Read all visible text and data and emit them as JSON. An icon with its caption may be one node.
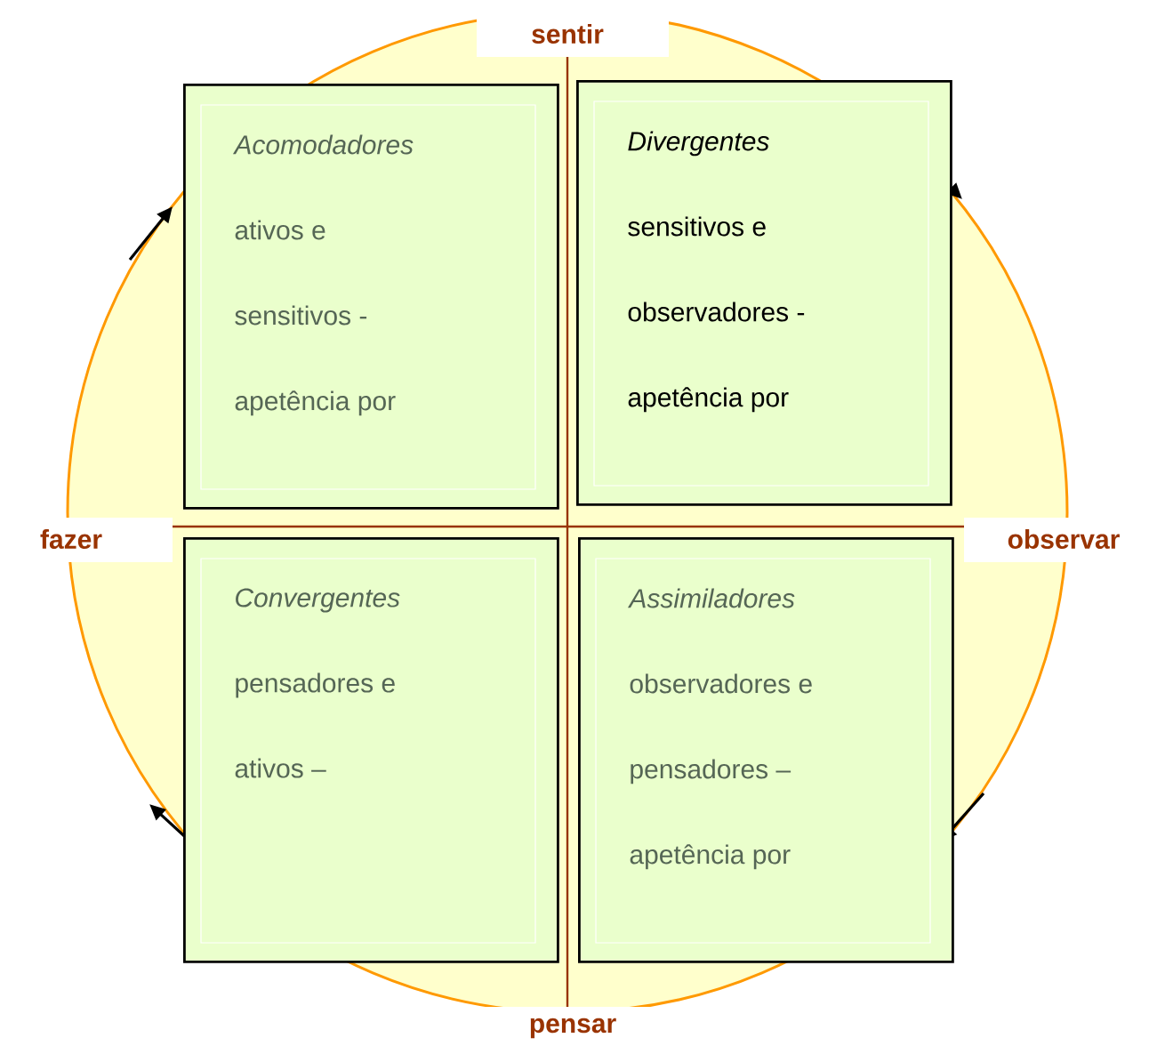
{
  "diagram": {
    "nodes": [
      {
        "text": [
          "*Acomodadores*",
          "ativos e sensitivos - apetência por"
        ]
      },
      {
        "text": [
          "*Divergentes*",
          "sensitivos e observadores - apetência por"
        ]
      },
      {
        "text": [
          "*Convergentes*",
          "pensadores e ativos –"
        ]
      },
      {
        "text": [
          "*Assimiladores*",
          "observadores e pensadores – apetência por"
        ]
      }
    ],
    "edges": [],
    "labels": [
      "sentir",
      "fazer",
      "observar",
      "pensar"
    ]
  }
}
